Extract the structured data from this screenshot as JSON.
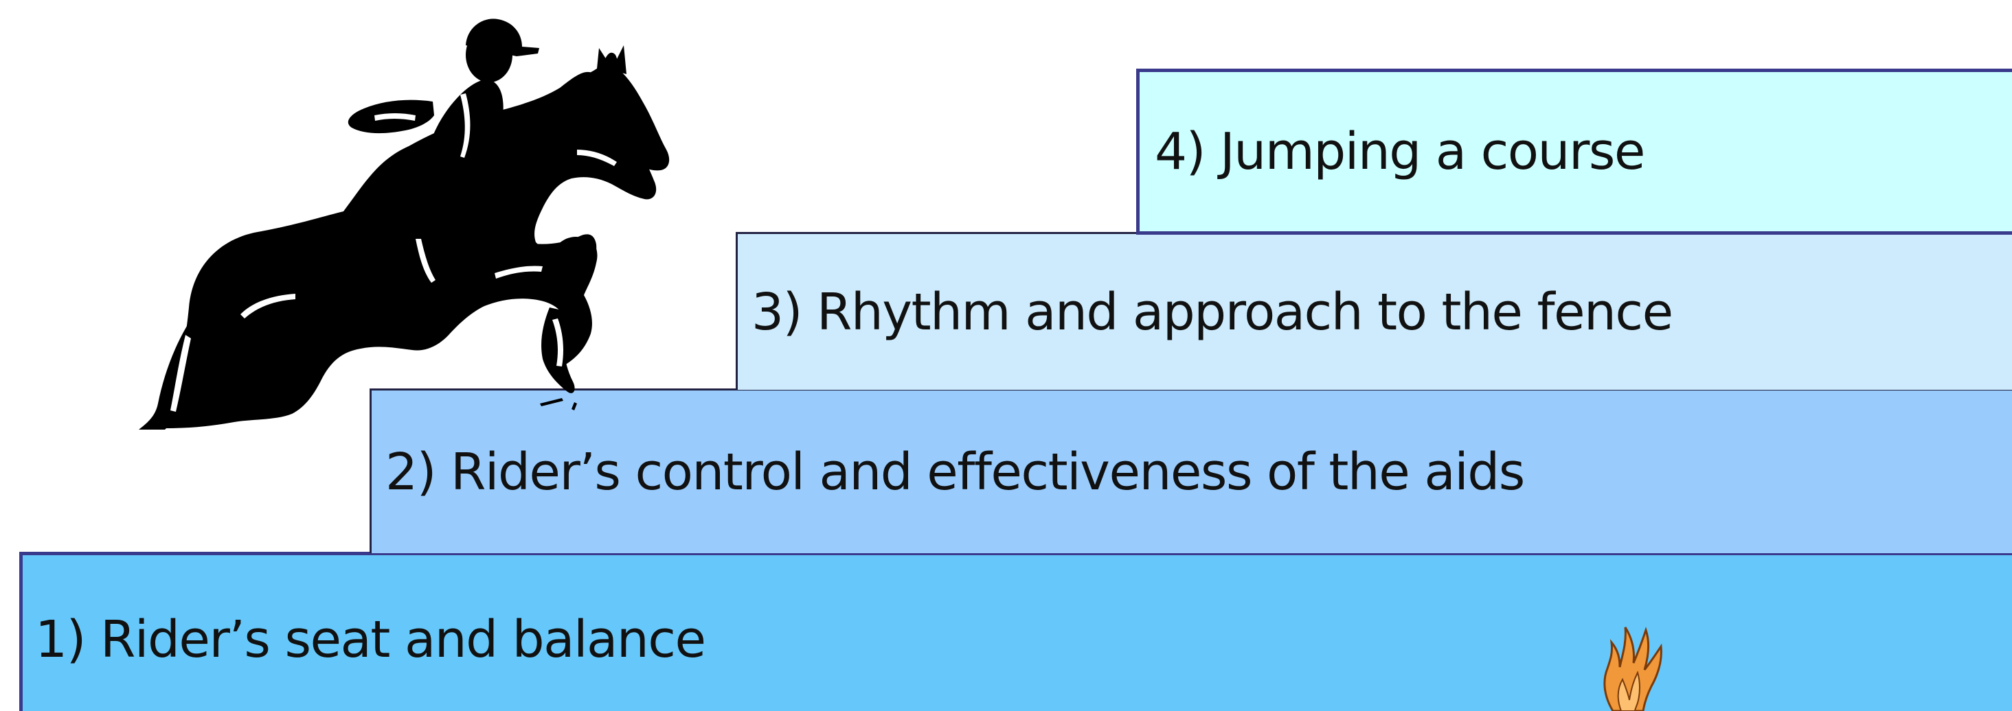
{
  "steps": [
    {
      "label": "1) Rider’s seat and balance",
      "color": "#66c8fa"
    },
    {
      "label": "2) Rider’s control and effectiveness of the aids",
      "color": "#99ccfc"
    },
    {
      "label": "3) Rhythm and approach to the fence",
      "color": "#cdebfc"
    },
    {
      "label": "4) Jumping a course",
      "color": "#ccffff"
    }
  ],
  "icons": {
    "horse": "horse-and-rider-jumping-icon",
    "flame": "flame-icon"
  }
}
